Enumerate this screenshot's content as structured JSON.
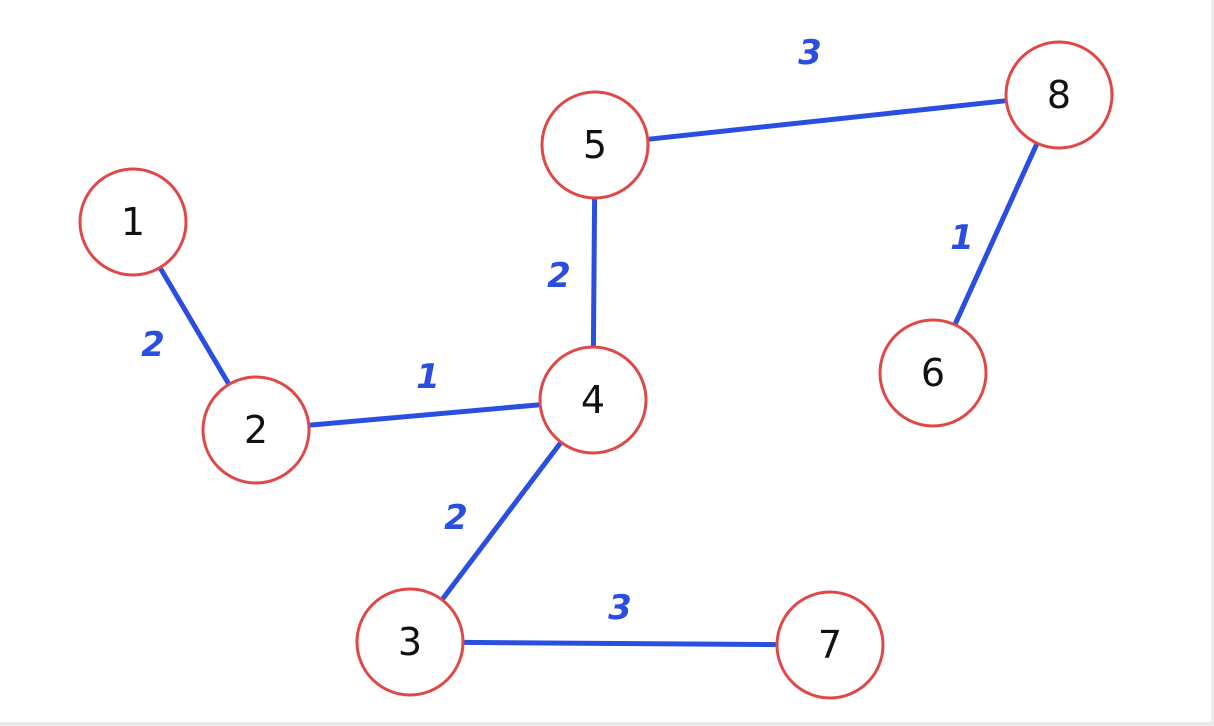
{
  "graph": {
    "colors": {
      "node_stroke": "#e04848",
      "edge": "#2a4fe0",
      "label": "#111111",
      "background": "#ffffff"
    },
    "nodes": [
      {
        "id": "n1",
        "label": "1"
      },
      {
        "id": "n2",
        "label": "2"
      },
      {
        "id": "n3",
        "label": "3"
      },
      {
        "id": "n4",
        "label": "4"
      },
      {
        "id": "n5",
        "label": "5"
      },
      {
        "id": "n6",
        "label": "6"
      },
      {
        "id": "n7",
        "label": "7"
      },
      {
        "id": "n8",
        "label": "8"
      }
    ],
    "edges": [
      {
        "from": "n1",
        "to": "n2",
        "weight": "2"
      },
      {
        "from": "n2",
        "to": "n4",
        "weight": "1"
      },
      {
        "from": "n4",
        "to": "n5",
        "weight": "2"
      },
      {
        "from": "n4",
        "to": "n3",
        "weight": "2"
      },
      {
        "from": "n3",
        "to": "n7",
        "weight": "3"
      },
      {
        "from": "n5",
        "to": "n8",
        "weight": "3"
      },
      {
        "from": "n8",
        "to": "n6",
        "weight": "1"
      }
    ]
  }
}
